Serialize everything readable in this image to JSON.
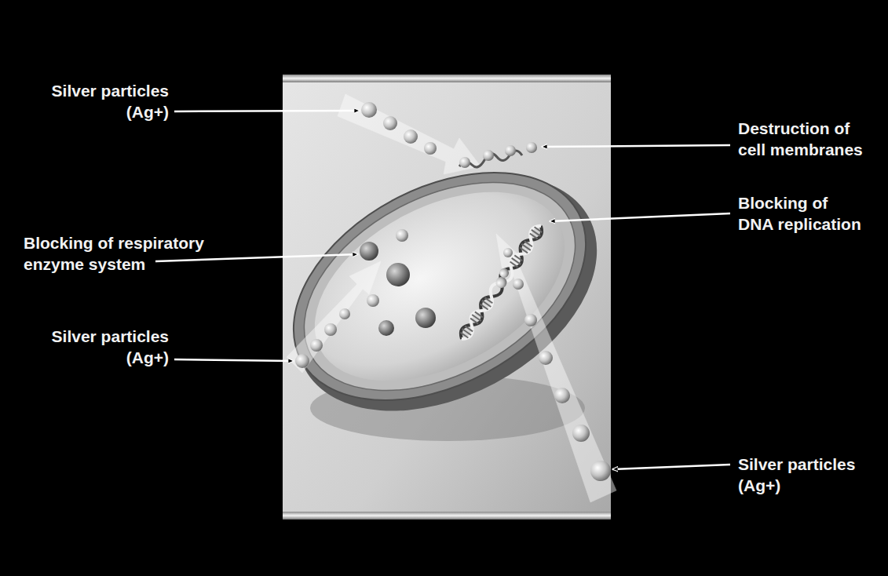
{
  "diagram": {
    "labels": [
      "Silver particles (Ag+)",
      "Destruction of cell membranes",
      "Blocking of DNA replication",
      "Blocking of respiratory enzyme system",
      "Silver particles (Ag+)",
      "Silver particles (Ag+)"
    ]
  }
}
